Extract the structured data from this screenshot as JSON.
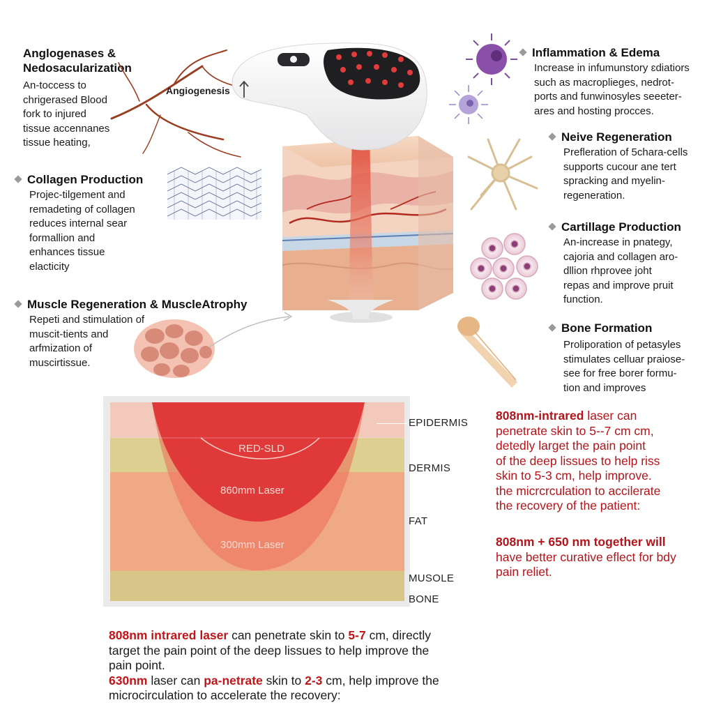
{
  "angio": {
    "title_line1": "Anglogenases &",
    "title_line2": "Nedosacularization",
    "body": "An-toccess to\nchrigerased Blood\nfork to injured\ntissue accennanes\ntissue heating,",
    "device_label": "Angiogenesis"
  },
  "collagen": {
    "title": "Collagen Production",
    "body": "Projec-tilgement and\nremadeting of collagen\nreduces internal sear\nformallion and\nenhances tissue\nelacticity"
  },
  "muscle": {
    "title": "Muscle Regeneration & MuscleAtrophy",
    "body": "Repeti and stimulation of\nmuscit-tients and\narfmization of\nmuscirtissue."
  },
  "inflammation": {
    "title": "Inflammation & Edema",
    "body": "Increase in infumunstory ɛdiatiors\nsuch as macroplieges, nedrot-\nports and funwinosyles seeeter-\nares and hosting procces."
  },
  "nerve": {
    "title": "Neive Regeneration",
    "body": "Prefleration of 5chara-cells\nsupports cucour ane tert\nsprac​king and myelin-\nregeneration."
  },
  "cartilage": {
    "title": "Cartillage Production",
    "body": "An-increase in pnategy,\ncajoria and collagen aro-\ndllion rhprovee joht\nrepas and improve pruit\nfunction."
  },
  "bone": {
    "title": "Bone Formation",
    "body": "Proliporation of petasyles\nstimulates celluar praiose-\nsee for free borer formu-\ntion and improves"
  },
  "layers": {
    "epidermis": "EPIDERMIS",
    "dermis": "DERMIS",
    "fat": "FAT",
    "muscle": "MUSOLE",
    "bone": "BONE"
  },
  "beams": {
    "red": "RED-SLD",
    "laser860": "860mm Laser",
    "laser300": "300mm Laser"
  },
  "right_note": {
    "p1_key": "808nm-intrared",
    "p1_rest": " laser can\npenetrate skin to 5--7 cm cm,\ndetedly larget the pain point\nof the deep lissues to help riss\nskin to 5-3 cm, help improve.\nthe micrcrculation to accilerate\nthe recovery of the patient:",
    "p2_key": "808nm + 650 nm together will",
    "p2_rest": "have better curative eflect for bdy\npain reliet."
  },
  "bottom_note": {
    "l1a": "808nm intrared laser",
    "l1b": " can penetrate skin to ",
    "l1c": "5-7",
    "l1d": " cm, directly",
    "l2": "target the pain point of the deep lissues to help improve the",
    "l3": "pain point.",
    "l4a": "630nm",
    "l4b": " laser can ",
    "l4c": "pa-netrate",
    "l4d": " skin to ",
    "l4e": "2-3",
    "l4f": " cm, help improve the",
    "l5": "microcirculation to accelerate the recovery:"
  },
  "colors": {
    "accent_red": "#c0161b",
    "laser_red": "#e0393a",
    "skin_pink": "#f3c7b7",
    "dermis_tan": "#d8c98a",
    "fat_orange": "#f0a783"
  }
}
